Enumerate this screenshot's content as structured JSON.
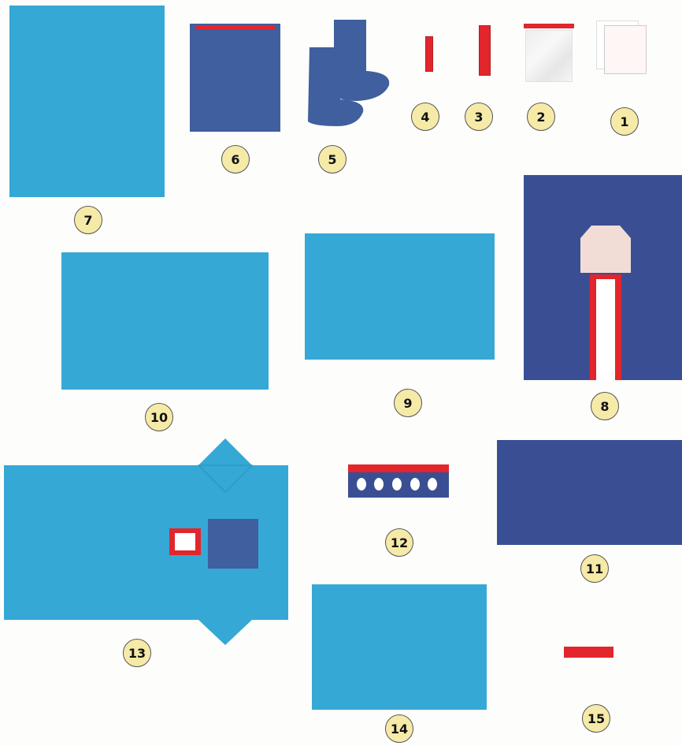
{
  "colors": {
    "light_blue": "#35a8d6",
    "dark_blue": "#3f5f9e",
    "navy": "#3a4f93",
    "red": "#e2262b",
    "badge_fill": "#f6eaa8",
    "skin": "#f1ddd6"
  },
  "items": [
    {
      "id": "item-1",
      "label": "1"
    },
    {
      "id": "item-2",
      "label": "2"
    },
    {
      "id": "item-3",
      "label": "3"
    },
    {
      "id": "item-4",
      "label": "4"
    },
    {
      "id": "item-5",
      "label": "5"
    },
    {
      "id": "item-6",
      "label": "6"
    },
    {
      "id": "item-7",
      "label": "7"
    },
    {
      "id": "item-8",
      "label": "8"
    },
    {
      "id": "item-9",
      "label": "9"
    },
    {
      "id": "item-10",
      "label": "10"
    },
    {
      "id": "item-11",
      "label": "11"
    },
    {
      "id": "item-12",
      "label": "12"
    },
    {
      "id": "item-13",
      "label": "13"
    },
    {
      "id": "item-14",
      "label": "14"
    },
    {
      "id": "item-15",
      "label": "15"
    }
  ]
}
